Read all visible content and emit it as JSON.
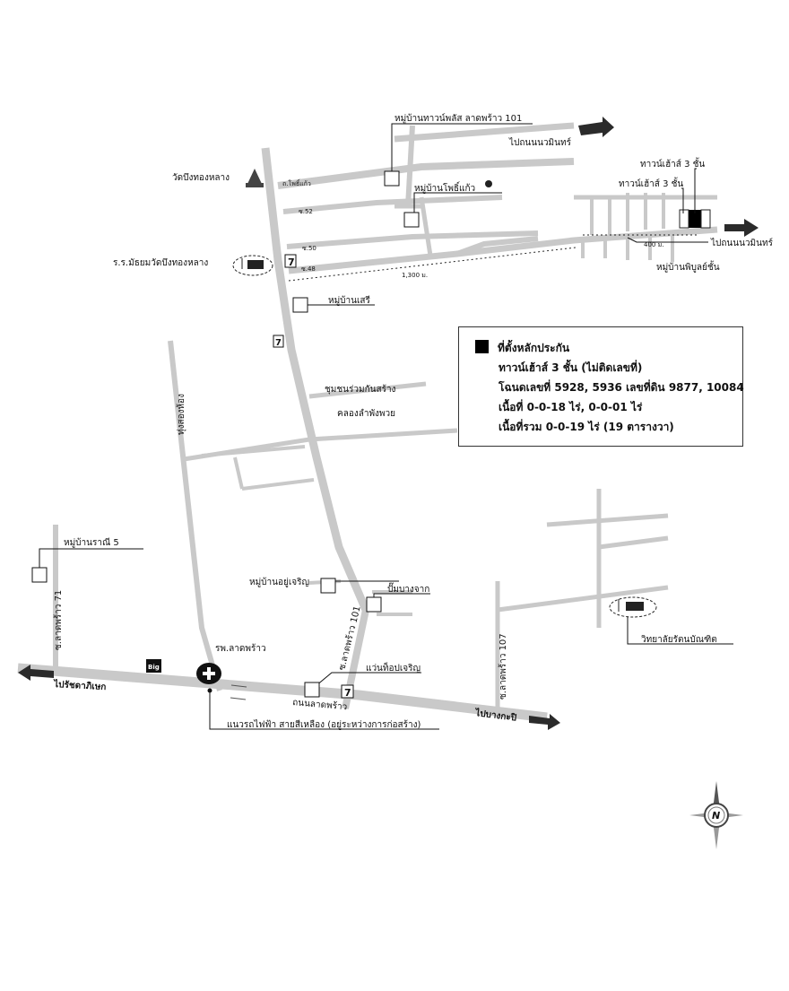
{
  "landmarks": {
    "wat_bueng_thonglang": "วัดบึงทองหลาง",
    "mooban_town_plus": "หมู่บ้านทาวน์พลัส ลาดพร้าว 101",
    "mooban_phosi_kaeo": "หมู่บ้านโพธิ์แก้ว",
    "school": "ร.ร.มัธยมวัดบึงทองหลาง",
    "mooban_seri": "หมู่บ้านเสรี",
    "chumchon": "ชุมชนร่วมกันสร้าง",
    "khlong": "คลองลำพังพวย",
    "mooban_rani": "หมู่บ้านราณี 5",
    "mooban_yu_charoen": "หมู่บ้านอยู่เจริญ",
    "pump_bangchak": "ปั๊มบางจาก",
    "hospital": "รพ.ลาดพร้าว",
    "waen_top": "แว่นท็อปเจริญ",
    "monorail": "แนวรถไฟฟ้า สายสีเหลือง (อยู่ระหว่างการก่อสร้าง)",
    "college": "วิทยาลัยรัตนบัณฑิต",
    "townhouse_a": "ทาวน์เฮ้าส์ 3 ชั้น",
    "townhouse_b": "ทาวน์เฮ้าส์ 3 ชั้น",
    "mooban_phibun": "หมู่บ้านพิบูลย์ชั้น",
    "big_c": "Big"
  },
  "roads": {
    "to_nawamin_top": "ไปถนนนวมินทร์",
    "to_nawamin_right": "ไปถนนนวมินทร์",
    "to_ratchada": "ไปรัชดาภิเษก",
    "to_bangkapi": "ไปบางกะปิ",
    "lat_phrao_road": "ถนนลาดพร้าว",
    "soi_101": "ซ.ลาดพร้าว 101",
    "soi_71": "ซ.ลาดพร้าว 71",
    "soi_107": "ซ.ลาดพร้าว 107",
    "soi_phosi_kaeo": "ถ.โพธิ์แก้ว",
    "soi_52": "ซ.52",
    "soi_50": "ซ.50",
    "soi_48": "ซ.48",
    "thung_song_hong": "ทุ่งสองห้อง"
  },
  "distances": {
    "d1300": "1,300 ม.",
    "d400": "400 ม."
  },
  "legend": {
    "title": "ที่ตั้งหลักประกัน",
    "line1": "ทาวน์เฮ้าส์ 3 ชั้น (ไม่ติดเลขที่)",
    "line2": "โฉนดเลขที่ 5928, 5936 เลขที่ดิน 9877, 10084",
    "line3": "เนื้อที่ 0-0-18 ไร่, 0-0-01 ไร่",
    "line4": "เนื้อที่รวม 0-0-19 ไร่ (19 ตารางวา)"
  },
  "store_7_eleven": "7",
  "compass_letter": "N",
  "colors": {
    "road": "#c9c9c9",
    "ink": "#111111",
    "subject": "#000000"
  }
}
